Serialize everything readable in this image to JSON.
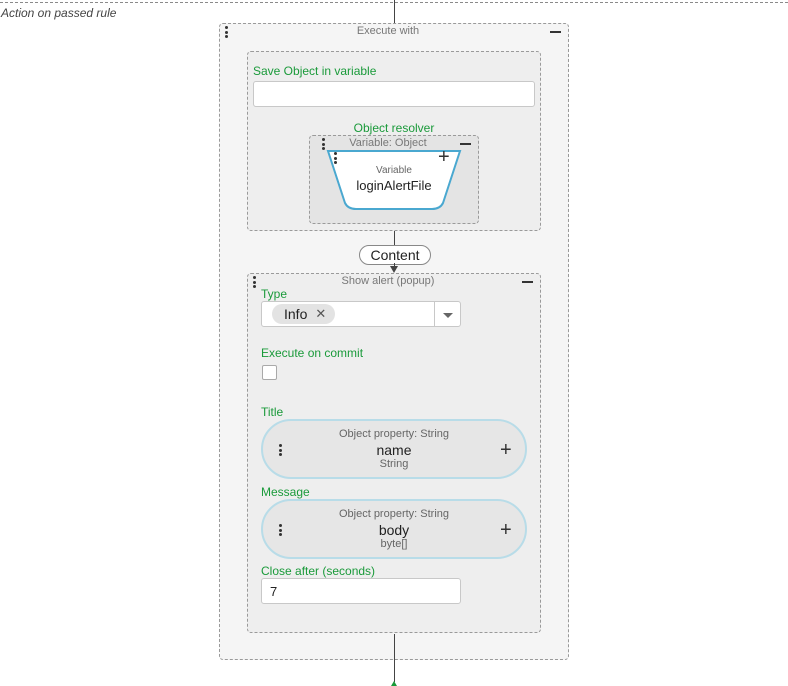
{
  "section": {
    "label": "Action on passed rule"
  },
  "execute_with": {
    "title": "Execute with",
    "save_object": {
      "label": "Save Object in variable",
      "value": ""
    },
    "object_resolver": {
      "label": "Object resolver",
      "variable_block_title": "Variable: Object",
      "node_type": "Variable",
      "node_name": "loginAlertFile"
    }
  },
  "content_connector": {
    "label": "Content"
  },
  "show_alert": {
    "title": "Show alert (popup)",
    "type": {
      "label": "Type",
      "selected": "Info",
      "remove_glyph": "✕"
    },
    "execute_on_commit": {
      "label": "Execute on commit",
      "checked": false
    },
    "title_field": {
      "label": "Title",
      "node_header": "Object property: String",
      "node_name": "name",
      "node_type": "String"
    },
    "message_field": {
      "label": "Message",
      "node_header": "Object property: String",
      "node_name": "body",
      "node_type": "byte[]"
    },
    "close_after": {
      "label": "Close after (seconds)",
      "value": "7"
    }
  },
  "glyphs": {
    "plus": "+"
  },
  "colors": {
    "label_green": "#1a9a3a",
    "node_border_blue": "#4aa8d0",
    "pill_border_blue": "#b8dce8",
    "connector_green": "#1a9a3a"
  },
  "icons": [
    "kebab-menu-icon",
    "minus-icon",
    "plus-icon",
    "close-icon",
    "chevron-down-icon",
    "arrow-down-icon"
  ]
}
